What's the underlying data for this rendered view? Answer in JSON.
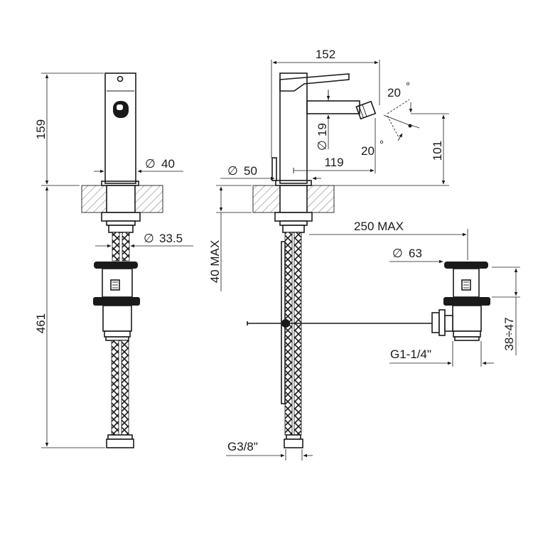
{
  "dimensions": {
    "height_spout": "159",
    "height_below": "461",
    "dia_body": "40",
    "dia_inlet": "33.5",
    "width_total": "152",
    "dia_spout": "19",
    "reach": "119",
    "height_outlet": "101",
    "angle_up": "20",
    "angle_down": "20",
    "dia_base": "50",
    "deck_max": "40 MAX",
    "rod_max": "250 MAX",
    "dia_waste": "63",
    "waste_range": "38÷47",
    "thread_waste": "G1-1/4\"",
    "thread_inlet": "G3/8\""
  },
  "symbols": {
    "diameter": "∅",
    "degree": "°"
  }
}
